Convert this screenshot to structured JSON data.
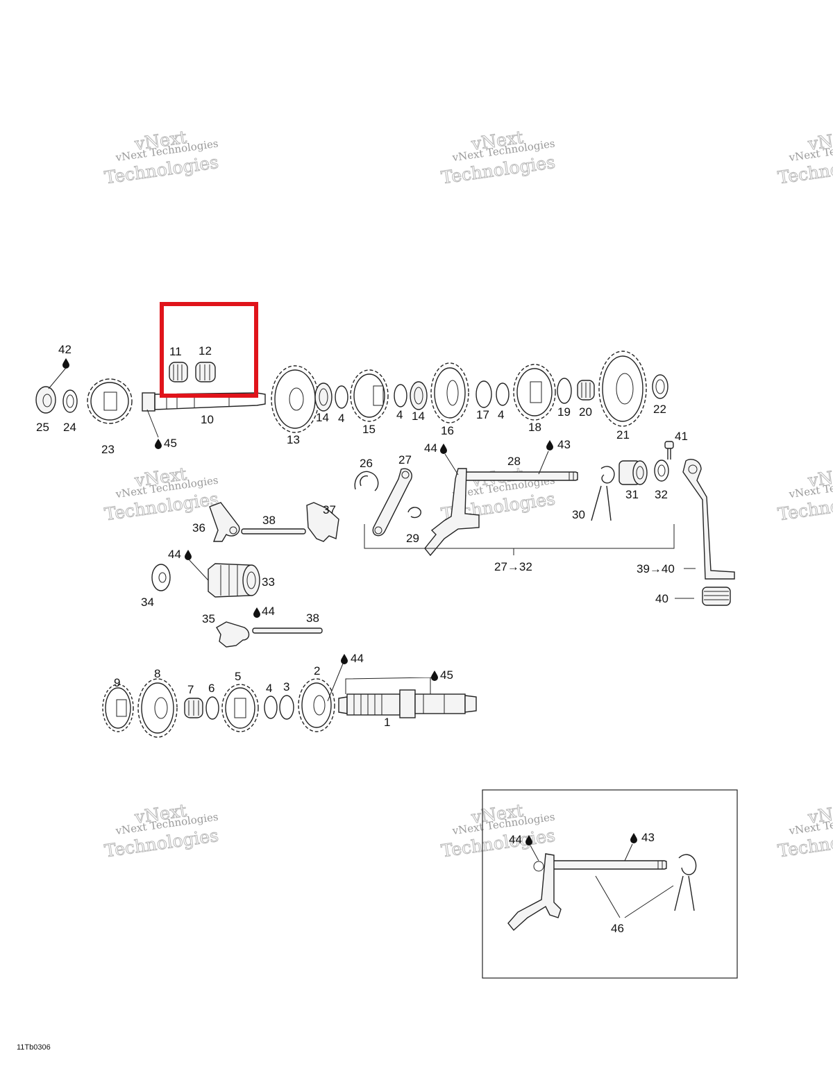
{
  "watermark": {
    "line1": "vNext Technologies",
    "line2": "vNext",
    "line3": "Technologies"
  },
  "figure_code": "11Tb0306",
  "highlight_color": "#e0141b",
  "labels": {
    "p1": "1",
    "p2": "2",
    "p3": "3",
    "p4a": "4",
    "p4b": "4",
    "p4c": "4",
    "p4d": "4",
    "p5": "5",
    "p6": "6",
    "p7": "7",
    "p8": "8",
    "p9": "9",
    "p10": "10",
    "p11": "11",
    "p12": "12",
    "p13": "13",
    "p14a": "14",
    "p14b": "14",
    "p15": "15",
    "p16": "16",
    "p17": "17",
    "p18": "18",
    "p19": "19",
    "p20": "20",
    "p21": "21",
    "p22": "22",
    "p23": "23",
    "p24": "24",
    "p25": "25",
    "p26": "26",
    "p27": "27",
    "p28": "28",
    "p29": "29",
    "p30": "30",
    "p31": "31",
    "p32": "32",
    "p33": "33",
    "p34": "34",
    "p35": "35",
    "p36": "36",
    "p37": "37",
    "p38a": "38",
    "p38b": "38",
    "p40": "40",
    "p41": "41",
    "p42": "42",
    "p43a": "43",
    "p43b": "43",
    "p44a": "44",
    "p44b": "44",
    "p44c": "44",
    "p44d": "44",
    "p44e": "44",
    "p45a": "45",
    "p45b": "45",
    "p46": "46",
    "range_27_32": "27→32",
    "range_39_40": "39→40"
  }
}
